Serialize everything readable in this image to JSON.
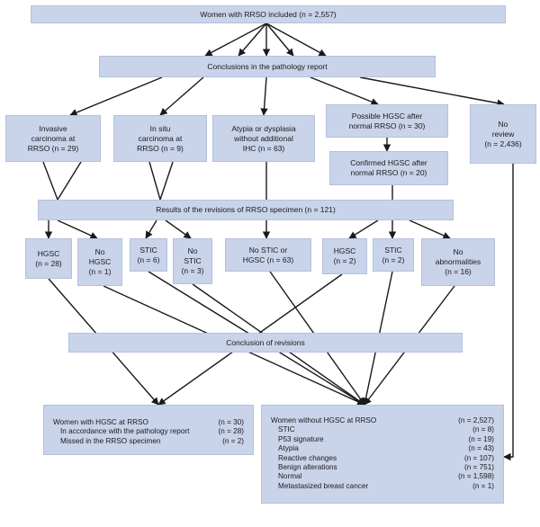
{
  "nodes": {
    "top": "Women with RRSO included (n = 2,557)",
    "conclusions": "Conclusions in the pathology report",
    "invasive": "Invasive\ncarcinoma at\nRRSO (n = 29)",
    "insitu": "In situ\ncarcinoma at\nRRSO (n = 9)",
    "atypia": "Atypia or dysplasia\nwithout additional\nIHC (n = 63)",
    "possible": "Possible HGSC after\nnormal RRSO (n = 30)",
    "noreview": "No\nreview\n(n = 2,436)",
    "confirmed": "Confirmed HGSC after\nnormal RRSO (n = 20)",
    "revisions": "Results of the revisions of RRSO specimen (n = 121)",
    "hgsc28": "HGSC\n(n = 28)",
    "nohgsc1": "No\nHGSC\n(n = 1)",
    "stic6": "STIC\n(n = 6)",
    "nostic3": "No\nSTIC\n(n = 3)",
    "nostic63": "No STIC or\nHGSC (n = 63)",
    "hgsc2": "HGSC\n(n = 2)",
    "stic2": "STIC\n(n = 2)",
    "noabn16": "No\nabnormalities\n(n = 16)",
    "concl_rev": "Conclusion of revisions"
  },
  "with_hgsc": {
    "rows": [
      {
        "label": "Women with HGSC at RRSO",
        "value": "(n = 30)",
        "indent": false
      },
      {
        "label": "In accordance with the pathology report",
        "value": "(n = 28)",
        "indent": true
      },
      {
        "label": "Missed in the RRSO specimen",
        "value": "(n = 2)",
        "indent": true
      }
    ]
  },
  "without_hgsc": {
    "rows": [
      {
        "label": "Women without HGSC at RRSO",
        "value": "(n = 2,527)",
        "indent": false
      },
      {
        "label": "STIC",
        "value": "(n = 8)",
        "indent": true
      },
      {
        "label": "P53 signature",
        "value": "(n = 19)",
        "indent": true
      },
      {
        "label": "Atypia",
        "value": "(n = 43)",
        "indent": true
      },
      {
        "label": "Reactive changes",
        "value": "(n = 107)",
        "indent": true
      },
      {
        "label": "Benign alterations",
        "value": "(n = 751)",
        "indent": true
      },
      {
        "label": "Normal",
        "value": "(n = 1,598)",
        "indent": true
      },
      {
        "label": "Metastasized breast cancer",
        "value": "(n = 1)",
        "indent": true
      }
    ]
  }
}
